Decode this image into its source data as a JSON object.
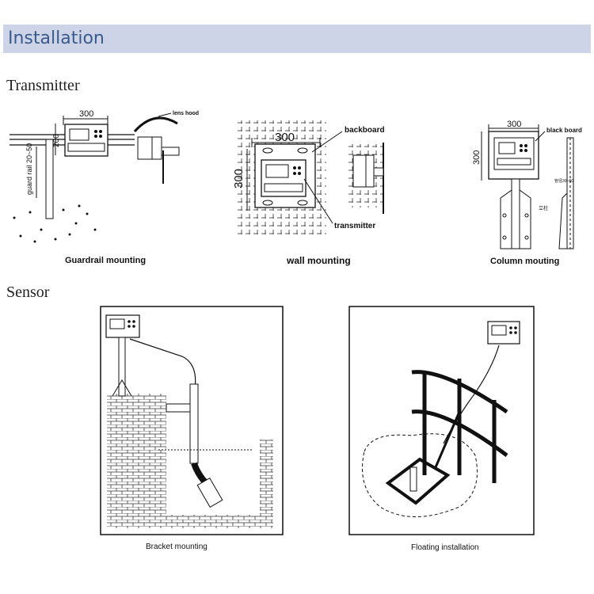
{
  "header": {
    "title": "Installation"
  },
  "sections": {
    "transmitter": "Transmitter",
    "sensor": "Sensor"
  },
  "guardrail": {
    "caption": "Guardrail mounting",
    "dim_width": "300",
    "dim_height": "200",
    "guard_rail_label": "guard rail 20~50",
    "lens_hood": "lens hood"
  },
  "wall": {
    "caption": "wall mounting",
    "dim_width": "300",
    "dim_height": "300",
    "backboard": "backboard",
    "transmitter": "transmitter"
  },
  "column": {
    "caption": "Column mouting",
    "dim_width": "300",
    "dim_height": "300",
    "black_board": "black board",
    "small_label_1": "管径30~60",
    "small_label_2": "立柱"
  },
  "bracket": {
    "caption": "Bracket mounting"
  },
  "floating": {
    "caption": "Floating installation"
  }
}
